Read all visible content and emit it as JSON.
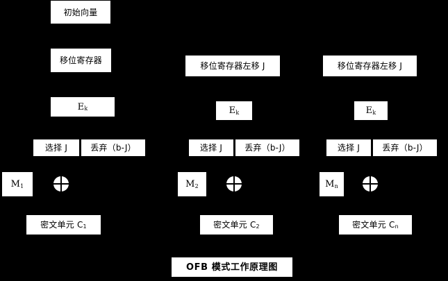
{
  "diagram": {
    "title": "OFB 模式工作原理图",
    "background_color": "#000000",
    "box_color": "#ffffff",
    "text_color": "#000000",
    "labels": {
      "iv": "初始向量",
      "shift_register": "移位寄存器",
      "shift_register_left_j": "移位寄存器左移 J",
      "encrypt": "E",
      "encrypt_sub_k": "k",
      "select_j": "选择 J",
      "discard": "丢弃（b-J）",
      "plaintext": "M",
      "plaintext_sub_1": "1",
      "plaintext_sub_2": "2",
      "plaintext_sub_n": "n",
      "ciphertext": "密文单元 C",
      "ciphertext_sub_1": "1",
      "ciphertext_sub_2": "2",
      "ciphertext_sub_n": "n",
      "xor": "xor-symbol"
    },
    "columns": [
      {
        "id": "col-1",
        "shift_register_label": "移位寄存器",
        "encrypt_label": "E",
        "encrypt_subscript": "k",
        "select_label": "选择 J",
        "discard_label": "丢弃（b-J）",
        "message_label": "M",
        "message_subscript": "1",
        "cipher_label": "密文单元 C",
        "cipher_subscript": "1"
      },
      {
        "id": "col-2",
        "shift_register_label": "移位寄存器左移 J",
        "encrypt_label": "E",
        "encrypt_subscript": "k",
        "select_label": "选择 J",
        "discard_label": "丢弃（b-J）",
        "message_label": "M",
        "message_subscript": "2",
        "cipher_label": "密文单元 C",
        "cipher_subscript": "2"
      },
      {
        "id": "col-n",
        "shift_register_label": "移位寄存器左移 J",
        "encrypt_label": "E",
        "encrypt_subscript": "k",
        "select_label": "选择 J",
        "discard_label": "丢弃（b-J）",
        "message_label": "M",
        "message_subscript": "n",
        "cipher_label": "密文单元 C",
        "cipher_subscript": "n"
      }
    ]
  }
}
